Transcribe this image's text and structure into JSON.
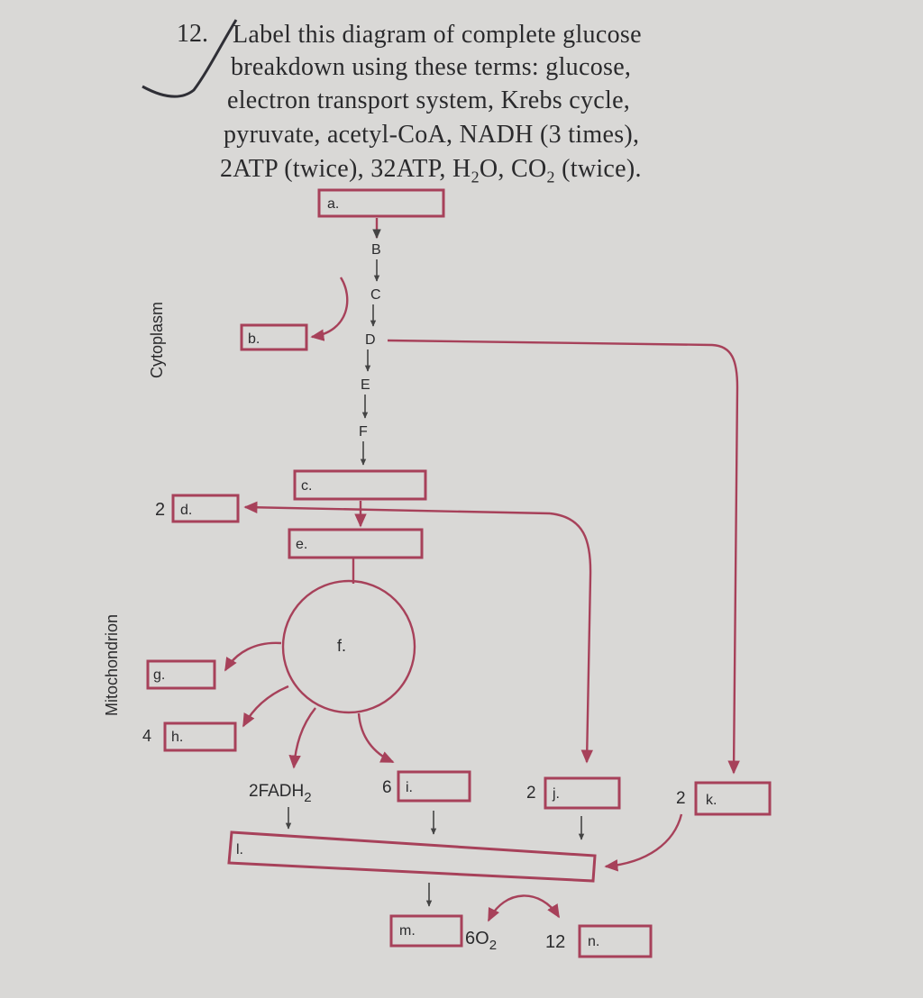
{
  "question": {
    "number": "12.",
    "lines": [
      "Label this diagram of complete glucose",
      "breakdown using these terms: glucose,",
      "electron transport system, Krebs cycle,",
      "pyruvate, acetyl-CoA, NADH (3 times),"
    ],
    "line5": {
      "part1": "2ATP (twice), 32ATP, H",
      "sub1": "2",
      "part2": "O, CO",
      "sub2": "2",
      "part3": " (twice)."
    }
  },
  "regions": {
    "cytoplasm": "Cytoplasm",
    "mitochondrion": "Mitochondrion"
  },
  "pathway_letters": [
    "B",
    "C",
    "D",
    "E",
    "F"
  ],
  "boxes": {
    "a": "a.",
    "b": "b.",
    "c": "c.",
    "d": "d.",
    "e": "e.",
    "f": "f.",
    "g": "g.",
    "h": "h.",
    "i": "i.",
    "j": "j.",
    "k": "k.",
    "l": "l.",
    "m": "m.",
    "n": "n."
  },
  "coefficients": {
    "d": "2",
    "h": "4",
    "i": "6",
    "j": "2",
    "k": "2",
    "n": "12"
  },
  "fadh2": {
    "text": "2FADH",
    "sub": "2"
  },
  "o2": {
    "text": "6O",
    "sub": "2"
  },
  "colors": {
    "line": "#a7415a",
    "text": "#2b2b2d",
    "paper": "#d9d8d6"
  }
}
